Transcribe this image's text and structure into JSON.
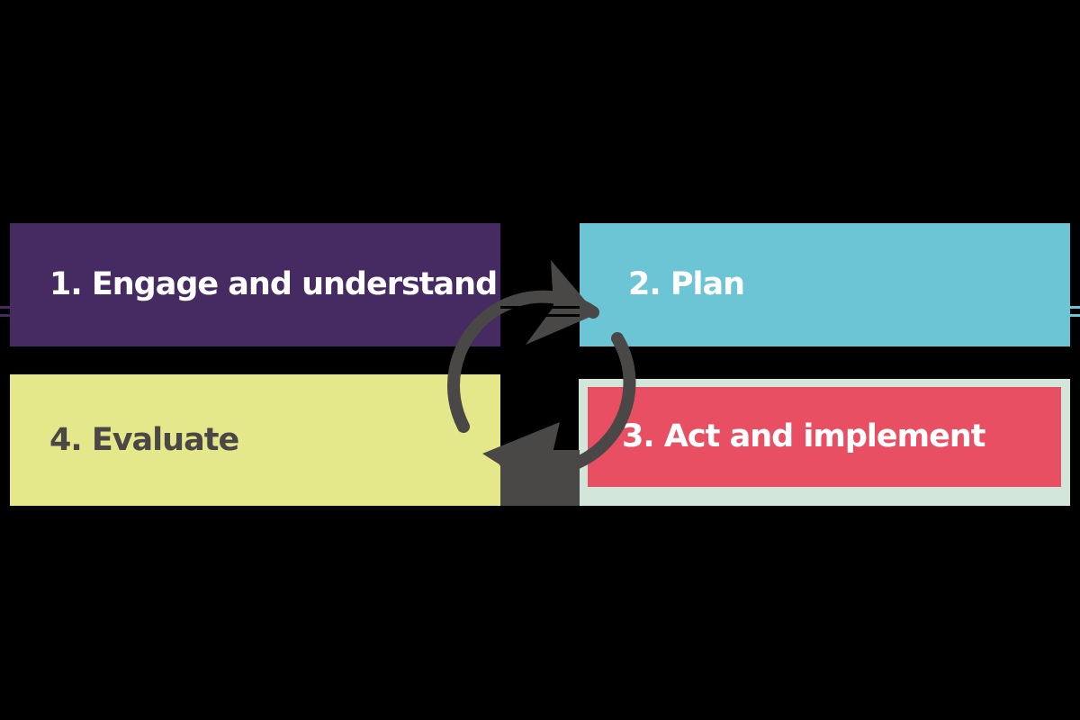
{
  "canvas": {
    "background": "#000000"
  },
  "diagram": {
    "type": "cycle",
    "direction": "clockwise",
    "steps": [
      {
        "number": "1",
        "label": "1. Engage and understand",
        "bg": "#462a62",
        "text_color": "#ffffff"
      },
      {
        "number": "2",
        "label": "2. Plan",
        "bg": "#6cc5d4",
        "text_color": "#ffffff"
      },
      {
        "number": "3",
        "label": "3. Act and implement",
        "bg": "#e94f62",
        "text_color": "#ffffff",
        "frame_color": "#d3e6da"
      },
      {
        "number": "4",
        "label": "4. Evaluate",
        "bg": "#e4e88b",
        "text_color": "#4a4747"
      }
    ],
    "arrow": {
      "color": "#4a4747",
      "style": "circular-cycle-two-arrowheads"
    }
  }
}
